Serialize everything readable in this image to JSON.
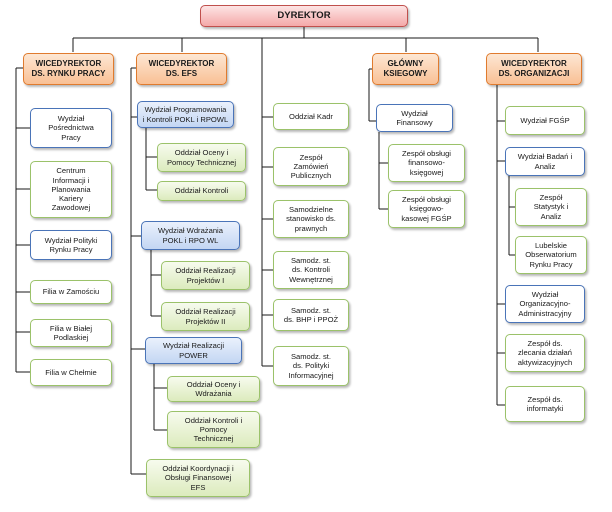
{
  "top": "DYREKTOR",
  "heads": {
    "rynek": "WICEDYREKTOR\nDS. RYNKU PRACY",
    "efs": "WICEDYREKTOR\nDS. EFS",
    "ksiegowy": "GŁÓWNY\nKSIEGOWY",
    "organizacja": "WICEDYREKTOR\nDS. ORGANIZACJI"
  },
  "rynek": {
    "posrednictwo": "Wydział\nPośrednictwa\nPracy",
    "centrum": "Centrum\nInformacji  i\nPlanowania\nKariery\nZawodowej",
    "polityka": "Wydział Polityki\nRynku Pracy",
    "zamosc": "Filia w Zamościu",
    "biala": "Filia w Białej\nPodlaskiej",
    "chelm": "Filia w Chełmie"
  },
  "efs": {
    "programowanie": "Wydział Programowania\ni Kontroli POKL i RPOWL",
    "oceny": "Oddział Oceny i\nPomocy Technicznej",
    "kontroli": "Oddział Kontroli",
    "wdrazania": "Wydział Wdrażania\nPOKL i RPO WL",
    "realizacji1": "Oddział Realizacji\nProjektów I",
    "realizacji2": "Oddział Realizacji\nProjektów II",
    "power": "Wydział Realizacji\nPOWER",
    "ocenyWdrazania": "Oddział Oceny i\nWdrażania",
    "kontroliPomocy": "Oddział Kontroli i\nPomocy\nTechnicznej",
    "koordynacji": "Oddział Koordynacji i\nObsługi Finansowej\nEFS"
  },
  "middle": {
    "kadr": "Oddział Kadr",
    "zamowien": "Zespół\nZamówień\nPublicznych",
    "prawne": "Samodzielne\nstanowisko ds.\nprawnych",
    "kontroli": "Samodz. st.\nds. Kontroli\nWewnętrznej",
    "bhp": "Samodz. st.\nds. BHP i PPOŻ",
    "polityki": "Samodz. st.\nds. Polityki\nInformacyjnej"
  },
  "ksiegowy": {
    "finansowy": "Wydział\nFinansowy",
    "obslugiFin": "Zespół obsługi\nfinansowo-\nksięgowej",
    "obslugiFgsp": "Zespół obsługi\nksięgowo-\nkasowej FGŚP"
  },
  "organizacja": {
    "fgsp": "Wydział FGŚP",
    "badan": "Wydział Badań i\nAnaliz",
    "statystyk": "Zespół\nStatystyk i\nAnaliz",
    "obserwatorium": "Lubelskie\nObserwatorium\nRynku Pracy",
    "administracyjny": "Wydział\nOrganizacyjno-\nAdministracyjny",
    "aktywizacyjnych": "Zespół ds.\nzlecania działań\naktywizacyjnych",
    "informatyki": "Zespół ds.\ninformatyki"
  }
}
